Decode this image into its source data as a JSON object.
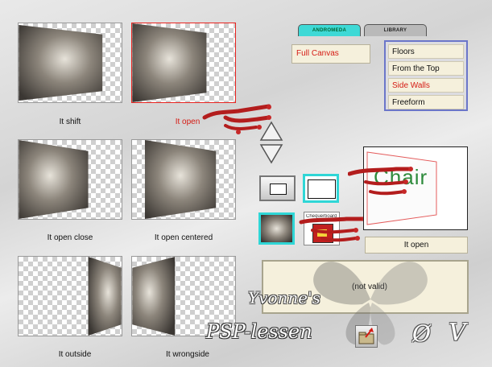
{
  "presets": [
    {
      "id": "shift",
      "label": "It shift",
      "selected": false
    },
    {
      "id": "open",
      "label": "It open",
      "selected": true
    },
    {
      "id": "open-close",
      "label": "It open close",
      "selected": false
    },
    {
      "id": "open-centered",
      "label": "It open centered",
      "selected": false
    },
    {
      "id": "outside",
      "label": "It outside",
      "selected": false
    },
    {
      "id": "wrongside",
      "label": "It wrongside",
      "selected": false
    }
  ],
  "tabs": {
    "active": "ANDROMEDA",
    "inactive": "LIBRARY"
  },
  "mode_field": {
    "value": "Full Canvas"
  },
  "surface_list": {
    "items": [
      "Floors",
      "From the Top",
      "Side Walls",
      "Freeform"
    ],
    "selected": "Side Walls"
  },
  "preview": {
    "text": "Chair",
    "stamp_text": "Chequerboard"
  },
  "current_preset": {
    "value": "It open"
  },
  "status_box": {
    "value": "(not valid)"
  },
  "watermark": {
    "line1": "Yvonne's",
    "line2": "PSP-lessen"
  },
  "colors": {
    "accent_red": "#d51b14",
    "list_border": "#6b76c9",
    "cyan": "#2fd6d6",
    "field_bg": "#f5f0dc"
  }
}
